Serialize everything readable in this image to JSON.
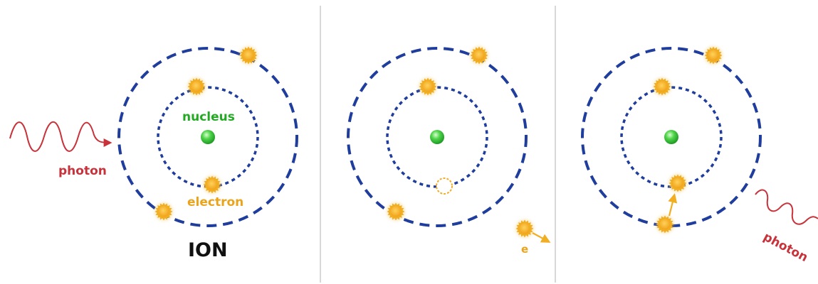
{
  "colors": {
    "orbit": "#1f3d9c",
    "electron": "#f2ae22",
    "electron_core": "#f7b731",
    "nucleus": "#33cc33",
    "photon": "#c8323a",
    "divider": "#cccccc",
    "nucleus_label": "#22aa22",
    "electron_label": "#eaa41c",
    "ion_label": "#111111"
  },
  "icons": {
    "electron": "electron-icon",
    "nucleus": "nucleus-icon",
    "photon_wave": "photon-wave-icon",
    "vacancy": "electron-vacancy-icon"
  },
  "panels": [
    {
      "id": "panel-1",
      "photon_label": "photon",
      "nucleus_label": "nucleus",
      "electron_label": "electron",
      "caption": "ION"
    },
    {
      "id": "panel-2",
      "electron_escape_label": "e"
    },
    {
      "id": "panel-3",
      "photon_label": "photon"
    }
  ]
}
